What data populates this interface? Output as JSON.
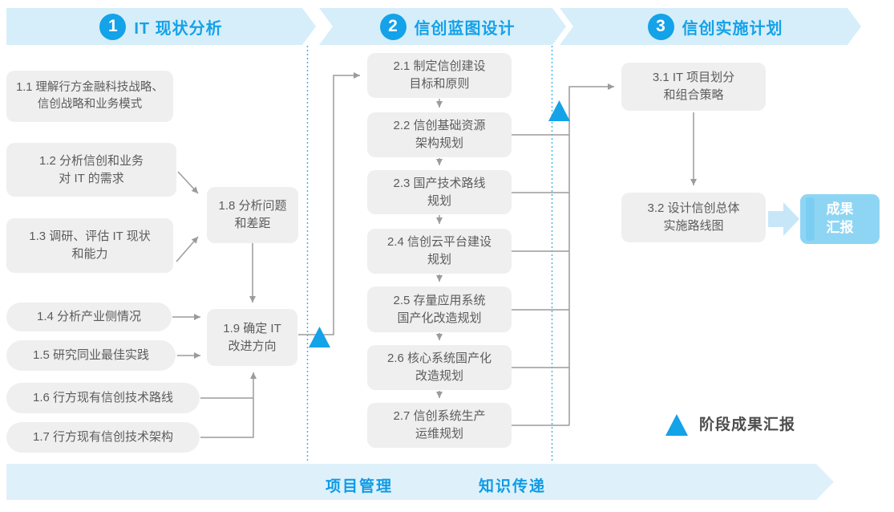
{
  "phase_bar": {
    "phases": [
      {
        "number": "1",
        "title": "IT 现状分析"
      },
      {
        "number": "2",
        "title": "信创蓝图设计"
      },
      {
        "number": "3",
        "title": "信创实施计划"
      }
    ]
  },
  "boxes": {
    "b1_1": "1.1 理解行方金融科技战略、\n信创战略和业务模式",
    "b1_2": "1.2 分析信创和业务\n对 IT 的需求",
    "b1_3": "1.3 调研、评估 IT 现状\n和能力",
    "b1_4": "1.4 分析产业侧情况",
    "b1_5": "1.5 研究同业最佳实践",
    "b1_6": "1.6 行方现有信创技术路线",
    "b1_7": "1.7 行方现有信创技术架构",
    "b1_8": "1.8 分析问题\n和差距",
    "b1_9": "1.9 确定 IT\n改进方向",
    "b2_1": "2.1 制定信创建设\n目标和原则",
    "b2_2": "2.2 信创基础资源\n架构规划",
    "b2_3": "2.3 国产技术路线\n规划",
    "b2_4": "2.4 信创云平台建设\n规划",
    "b2_5": "2.5 存量应用系统\n国产化改造规划",
    "b2_6": "2.6 核心系统国产化\n改造规划",
    "b2_7": "2.7 信创系统生产\n运维规划",
    "b3_1": "3.1 IT 项目划分\n和组合策略",
    "b3_2": "3.2 设计信创总体\n实施路线图"
  },
  "result_box": {
    "label": "成果\n汇报"
  },
  "legend": {
    "label": "阶段成果汇报"
  },
  "bottom_bar": {
    "left_label": "项目管理",
    "right_label": "知识传递"
  },
  "colors": {
    "accent_blue": "#14a2e8",
    "band_fill": "#d6eefa",
    "box_fill": "#efefef",
    "box_text": "#5c5c5c",
    "connector_gray": "#9b9b9b",
    "dotted_divider": "#45b6ea",
    "result_fill": "#8ed5f4",
    "result_strip": "#7ccdf2",
    "thick_arrow": "#c7e7f8",
    "bottom_band_fill": "#def1fb",
    "bottom_text": "#0f9be5"
  }
}
